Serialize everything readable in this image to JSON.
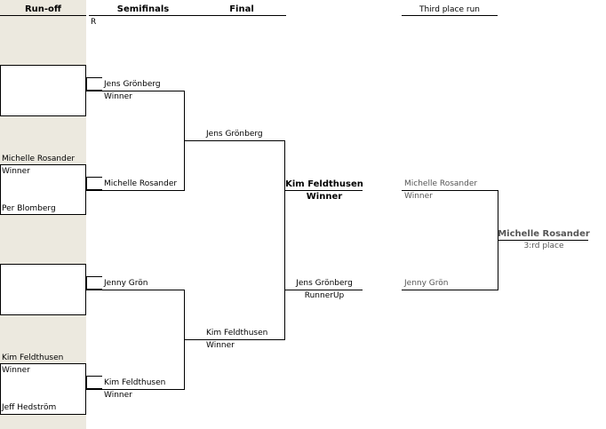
{
  "headers": {
    "runoff": "Run-off",
    "semifinals": "Semifinals",
    "final": "Final",
    "third_place": "Third place run"
  },
  "marker": "R",
  "runoff": {
    "match1": {
      "top": "Michelle Rosander",
      "result": "Winner",
      "bottom": "Per Blomberg"
    },
    "match2": {
      "top": "Kim Feldthusen",
      "result": "Winner",
      "bottom": "Jeff Hedström"
    }
  },
  "semifinals": {
    "s1": "Jens Grönberg",
    "s1_result": "Winner",
    "s2": "Michelle Rosander",
    "s3": "Jenny Grön",
    "s4": "Kim Feldthusen",
    "s4_result": "Winner"
  },
  "final": {
    "f1": "Jens Grönberg",
    "f2": "Kim Feldthusen",
    "f2_result": "Winner"
  },
  "champion": {
    "name": "Kim Feldthusen",
    "label": "Winner"
  },
  "runner_up": {
    "name": "Jens Grönberg",
    "label": "RunnerUp"
  },
  "third": {
    "p1": "Michelle Rosander",
    "p1_result": "Winner",
    "p2": "Jenny Grön",
    "winner": "Michelle Rosander",
    "label": "3:rd place"
  }
}
